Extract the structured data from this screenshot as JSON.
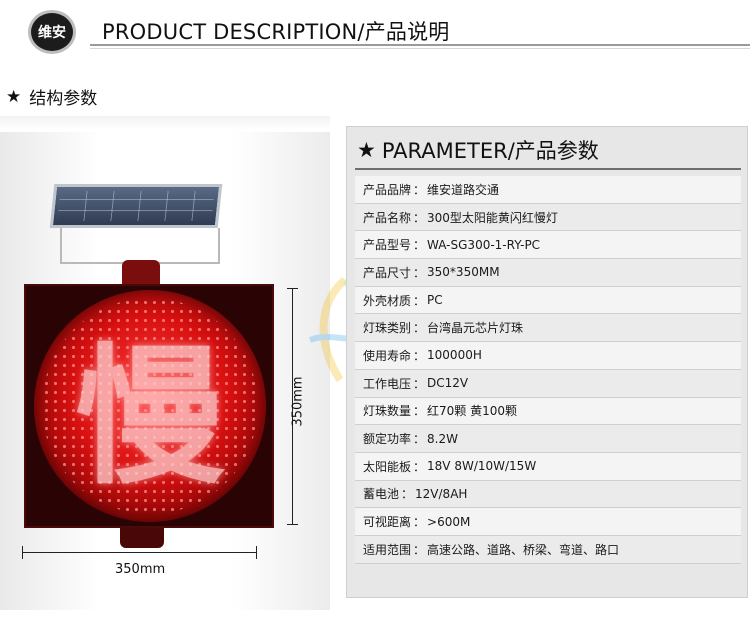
{
  "header": {
    "logo_text": "维安",
    "title": "PRODUCT DESCRIPTION/产品说明"
  },
  "section": {
    "star": "★",
    "heading": "结构参数"
  },
  "photo": {
    "lens_character": "慢",
    "height_label": "350mm",
    "width_label": "350mm"
  },
  "parameters": {
    "star": "★",
    "title": "PARAMETER/产品参数",
    "separator": "：",
    "rows": [
      {
        "label": "产品品牌",
        "value": "维安道路交通"
      },
      {
        "label": "产品名称",
        "value": "300型太阳能黄闪红慢灯"
      },
      {
        "label": "产品型号",
        "value": "WA-SG300-1-RY-PC"
      },
      {
        "label": "产品尺寸",
        "value": "350*350MM"
      },
      {
        "label": "外壳材质",
        "value": "PC"
      },
      {
        "label": "灯珠类别",
        "value": "台湾晶元芯片灯珠"
      },
      {
        "label": "使用寿命",
        "value": "100000H"
      },
      {
        "label": "工作电压",
        "value": "DC12V"
      },
      {
        "label": "灯珠数量",
        "value": "红70颗   黄100颗"
      },
      {
        "label": "额定功率",
        "value": "8.2W"
      },
      {
        "label": "太阳能板",
        "value": "18V 8W/10W/15W"
      },
      {
        "label": "蓄电池",
        "value": "12V/8AH"
      },
      {
        "label": "可视距离",
        "value": ">600M"
      },
      {
        "label": "适用范围",
        "value": "高速公路、道路、桥梁、弯道、路口"
      }
    ]
  },
  "colors": {
    "lens_red": "#d81010",
    "panel_gray": "#e7e7e7"
  }
}
